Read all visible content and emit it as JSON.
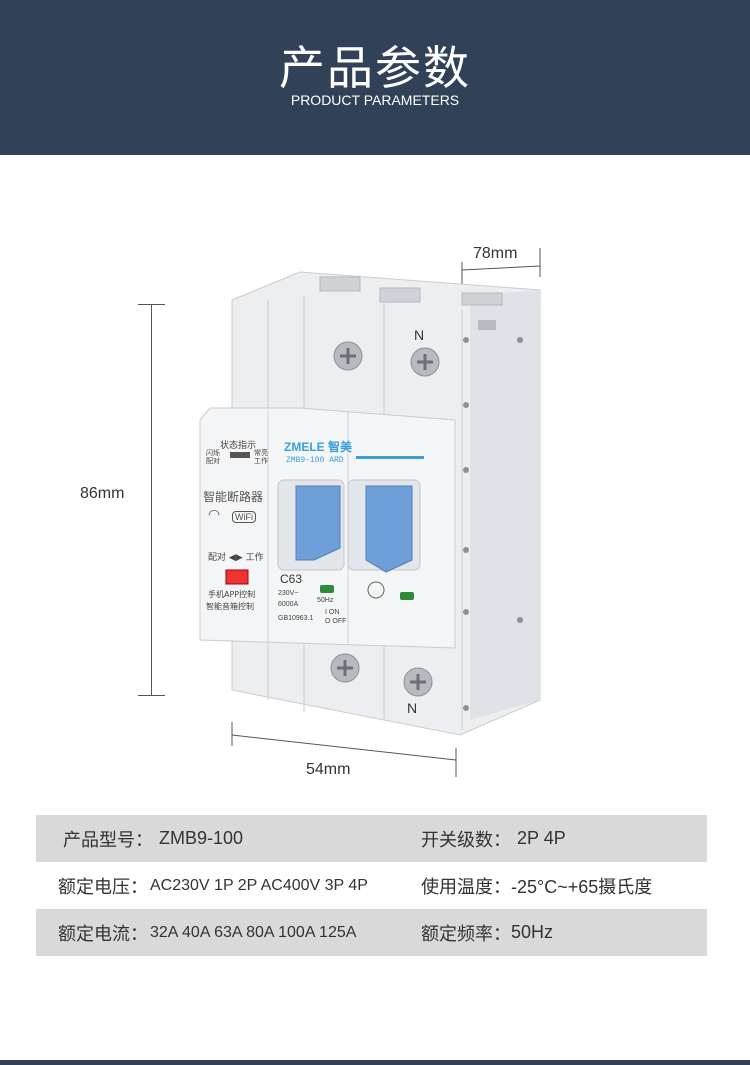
{
  "header": {
    "title": "产品参数",
    "subtitle": "PRODUCT PARAMETERS"
  },
  "dimensions": {
    "depth": "78mm",
    "height": "86mm",
    "width": "54mm"
  },
  "device": {
    "brand": "ZMELE 智美",
    "model_text": "ZMB9-100 ARD",
    "status_label": "状态指示",
    "flash_label": "闪烁",
    "pair_label": "配对",
    "steady_label": "常亮",
    "work_label": "工作",
    "name_label": "智能断路器",
    "wifi_label": "WiFi",
    "switch_label": "配对 ◀▶ 工作",
    "app_label": "手机APP控制",
    "voice_label": "智能音箱控制",
    "rating": "C63",
    "voltage": "230V~",
    "freq": "50Hz",
    "capacity": "6000A",
    "on_label": "I ON",
    "off_label": "O OFF",
    "standard": "GB10963.1",
    "neutral_top": "N",
    "neutral_bottom": "N"
  },
  "specs": [
    {
      "left_label": "产品型号：",
      "left_value": "ZMB9-100",
      "right_label": "开关级数：",
      "right_value": "2P 4P",
      "shaded": true
    },
    {
      "left_label": "额定电压：",
      "left_value": "AC230V 1P 2P AC400V 3P 4P",
      "right_label": "使用温度：",
      "right_value": "-25°C~+65摄氏度",
      "shaded": false
    },
    {
      "left_label": "额定电流：",
      "left_value": "32A 40A 63A 80A 100A 125A",
      "right_label": "额定频率：",
      "right_value": "50Hz",
      "shaded": true
    }
  ],
  "colors": {
    "header_bg": "#304158",
    "row_shade": "#d9d9d9",
    "handle_blue": "#6f9fd8",
    "brand_blue": "#3aa0d8"
  }
}
